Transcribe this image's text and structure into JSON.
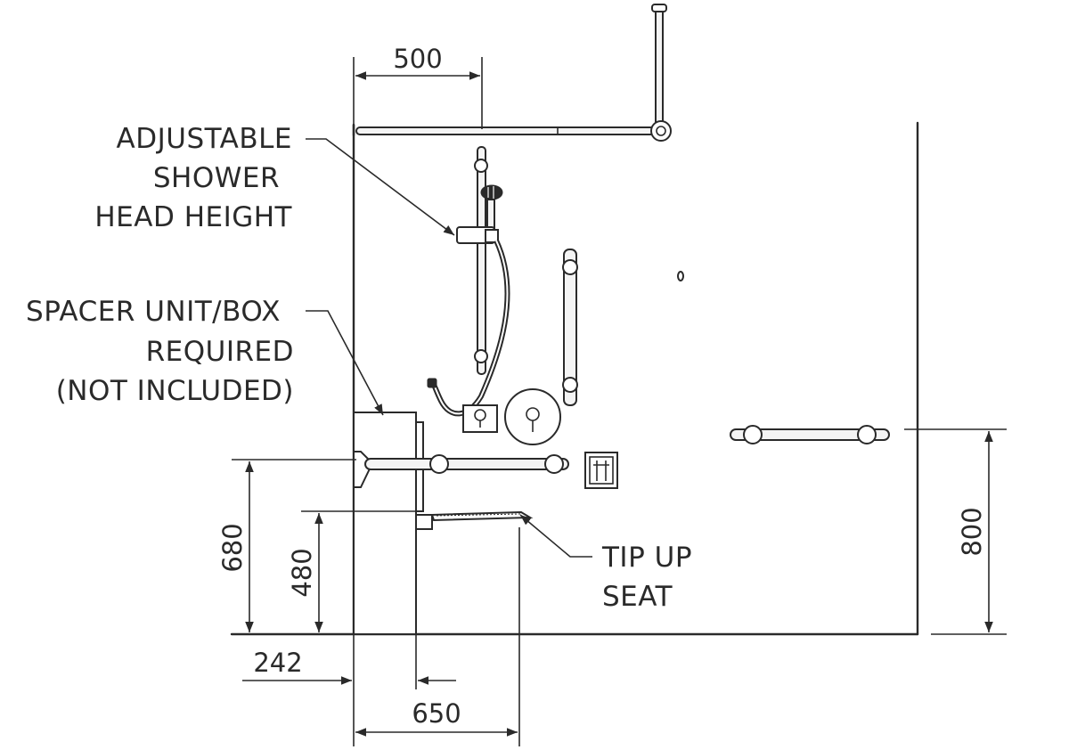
{
  "labels": {
    "adjustable_shower_head": [
      "ADJUSTABLE",
      "SHOWER",
      "HEAD HEIGHT"
    ],
    "spacer_unit": [
      "SPACER UNIT/BOX",
      "REQUIRED",
      "(NOT INCLUDED)"
    ],
    "tip_up_seat": [
      "TIP UP",
      "SEAT"
    ]
  },
  "dimensions": {
    "curtain_rail_offset": "500",
    "grab_rail_height": "680",
    "seat_height": "480",
    "spacer_depth": "242",
    "seat_reach": "650",
    "side_rail_height": "800"
  },
  "colors": {
    "line": "#2a2a2a",
    "background": "#ffffff"
  }
}
